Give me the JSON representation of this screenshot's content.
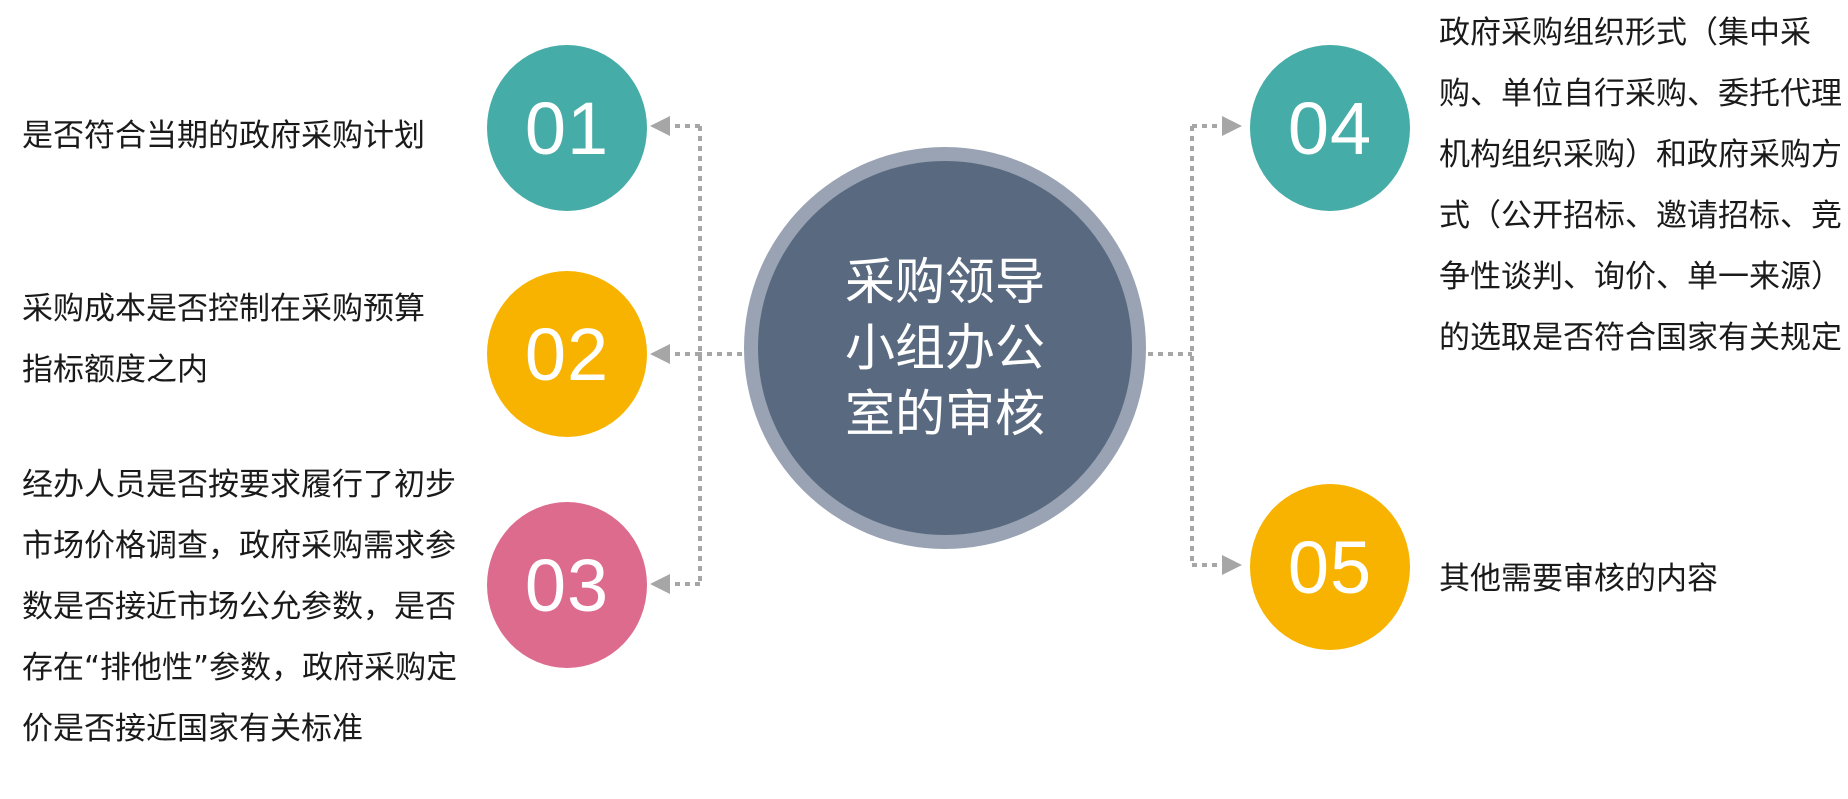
{
  "center": {
    "label": "采购领导小组办公室的审核"
  },
  "items": [
    {
      "number": "01",
      "color": "#45aca7",
      "text": "是否符合当期的政府采购计划"
    },
    {
      "number": "02",
      "color": "#f8b300",
      "text": "采购成本是否控制在采购预算指标额度之内"
    },
    {
      "number": "03",
      "color": "#dc6b8e",
      "text": "经办人员是否按要求履行了初步市场价格调查，政府采购需求参数是否接近市场公允参数，是否存在“排他性”参数，政府采购定价是否接近国家有关标准"
    },
    {
      "number": "04",
      "color": "#45aca7",
      "text": "政府采购组织形式（集中采购、单位自行采购、委托代理机构组织采购）和政府采购方式（公开招标、邀请招标、竞争性谈判、询价、单一来源）的选取是否符合国家有关规定"
    },
    {
      "number": "05",
      "color": "#f8b300",
      "text": "其他需要审核的内容"
    }
  ],
  "style": {
    "center_core_color": "#596a80",
    "center_ring_color": "#99a3b3",
    "connector_color": "#a6a6a6"
  }
}
